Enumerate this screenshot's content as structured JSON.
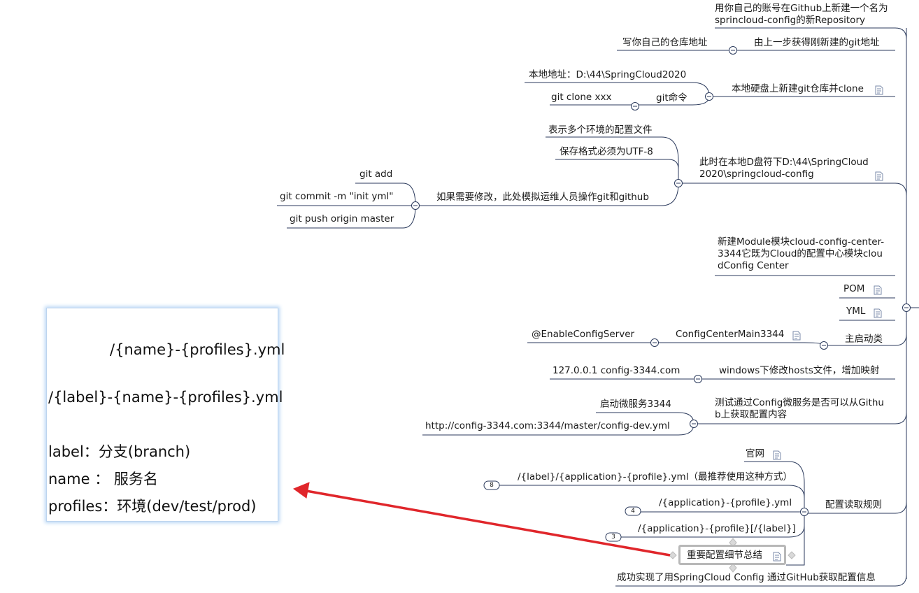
{
  "nodes": {
    "repo_create": "用你自己的账号在Github上新建一个名为sprincloud-config的新Repository",
    "git_address": "由上一步获得刚新建的git地址",
    "write_repo": "写你自己的仓库地址",
    "local_clone": "本地硬盘上新建git仓库并clone",
    "local_path": "本地地址：D:\\44\\SpringCloud2020",
    "git_command": "git命令",
    "git_clone": "git clone  xxx",
    "local_dir": "此时在本地D盘符下D:\\44\\SpringCloud2020\\springcloud-config",
    "multi_env": "表示多个环境的配置文件",
    "utf8": "保存格式必须为UTF-8",
    "modify_note": "如果需要修改，此处模拟运维人员操作git和github",
    "git_add": "git add",
    "git_commit": "git commit -m \"init yml\"",
    "git_push": "git push origin master",
    "new_module": "新建Module模块cloud-config-center-3344它既为Cloud的配置中心模块cloudConfig Center",
    "pom": "POM",
    "yml": "YML",
    "main_class": "主启动类",
    "main_name": "ConfigCenterMain3344",
    "enable_server": "@EnableConfigServer",
    "hosts": "windows下修改hosts文件，增加映射",
    "hosts_entry": "127.0.0.1 config-3344.com",
    "test": "测试通过Config微服务是否可以从Github上获取配置内容",
    "start_service": "启动微服务3344",
    "test_url": "http://config-3344.com:3344/master/config-dev.yml",
    "read_rules": "配置读取规则",
    "official": "官网",
    "rule1": "/{label}/{application}-{profile}.yml（最推荐使用这种方式）",
    "rule2": "/{application}-{profile}.yml",
    "rule3": "/{application}-{profile}[/{label}]",
    "summary": "重要配置细节总结",
    "success": "成功实现了用SpringCloud Config 通过GitHub获取配置信息",
    "count1": "8",
    "count2": "4",
    "count3": "3"
  },
  "callout": {
    "line1": "/{name}-{profiles}.yml",
    "line2": "/{label}-{name}-{profiles}.yml",
    "line3": "label：分支(branch)",
    "line4": "name ： 服务名",
    "line5": "profiles：环境(dev/test/prod)"
  },
  "colors": {
    "branch_line": "#2b3a5c",
    "arrow": "#e0262b",
    "callout_glow": "#bcd8f5"
  }
}
